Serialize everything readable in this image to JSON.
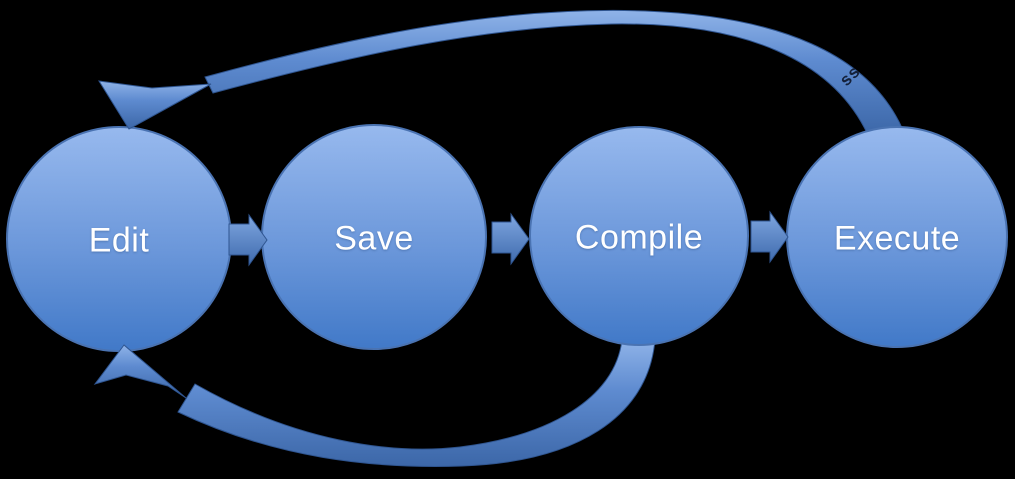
{
  "diagram": {
    "background": "#000000",
    "nodes": [
      {
        "id": "edit",
        "label": "Edit"
      },
      {
        "id": "save",
        "label": "Save"
      },
      {
        "id": "compile",
        "label": "Compile"
      },
      {
        "id": "execute",
        "label": "Execute"
      }
    ],
    "flow_arrows": [
      {
        "from": "edit",
        "to": "save"
      },
      {
        "from": "save",
        "to": "compile"
      },
      {
        "from": "compile",
        "to": "execute"
      }
    ],
    "loop_arrows": [
      {
        "from": "execute",
        "to": "edit",
        "position": "top",
        "visible_label_fragment": "ss"
      },
      {
        "from": "compile",
        "to": "edit",
        "position": "bottom",
        "visible_label_fragment": ""
      }
    ],
    "colors": {
      "node_fill_top": "#96b8ee",
      "node_fill_bottom": "#4279c8",
      "node_border": "#4a73b2",
      "arrow_fill_top": "#7fa6e0",
      "arrow_fill_bottom": "#3f6bae",
      "arrow_edge": "#2f5590",
      "node_label_text": "#ffffff",
      "loop_label_text": "#14213a"
    }
  }
}
